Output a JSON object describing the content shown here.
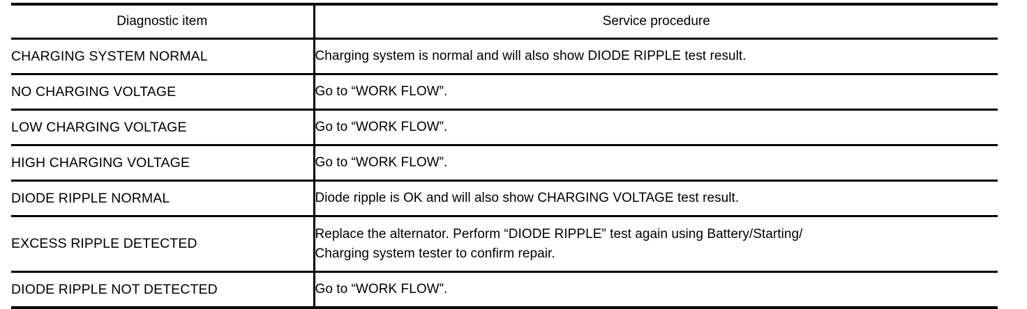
{
  "table": {
    "headers": {
      "item": "Diagnostic item",
      "procedure": "Service procedure"
    },
    "rows": [
      {
        "item": "CHARGING SYSTEM NORMAL",
        "procedure_lines": [
          "Charging system is normal and will also show DIODE RIPPLE test result."
        ]
      },
      {
        "item": "NO CHARGING VOLTAGE",
        "procedure_lines": [
          "Go to “WORK FLOW”."
        ]
      },
      {
        "item": "LOW CHARGING VOLTAGE",
        "procedure_lines": [
          "Go to “WORK FLOW”."
        ]
      },
      {
        "item": "HIGH CHARGING VOLTAGE",
        "procedure_lines": [
          "Go to “WORK FLOW”."
        ]
      },
      {
        "item": "DIODE RIPPLE NORMAL",
        "procedure_lines": [
          "Diode ripple is OK and will also show CHARGING VOLTAGE test result."
        ]
      },
      {
        "item": "EXCESS RIPPLE DETECTED",
        "procedure_lines": [
          "Replace the alternator. Perform “DIODE RIPPLE” test again using Battery/Starting/",
          "Charging system tester to confirm repair."
        ]
      },
      {
        "item": "DIODE RIPPLE NOT DETECTED",
        "procedure_lines": [
          "Go to “WORK FLOW”."
        ]
      }
    ]
  }
}
